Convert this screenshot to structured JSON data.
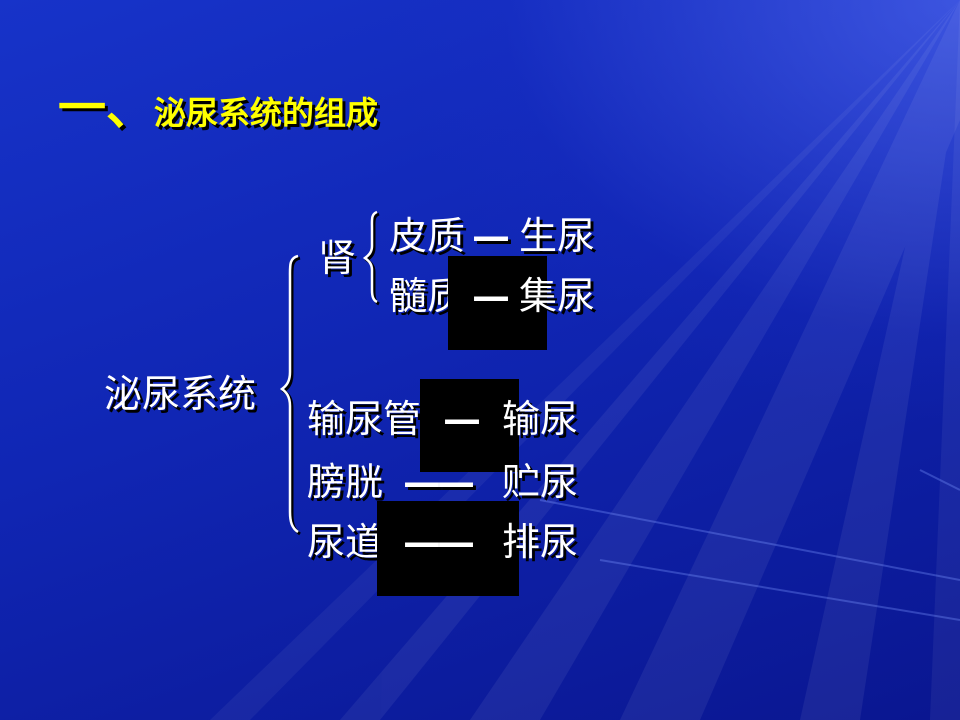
{
  "slide": {
    "title_number": "一、",
    "title_text": "泌尿系统的组成",
    "root": "泌尿系统",
    "kidney": {
      "label": "肾",
      "cortex": "皮质",
      "cortex_func": "生尿",
      "medulla": "髓质",
      "medulla_func": "集尿"
    },
    "ureter": "输尿管",
    "ureter_func": "输尿",
    "bladder": "膀胱",
    "bladder_func": "贮尿",
    "urethra": "尿道",
    "urethra_func": "排尿",
    "dash_short": "—",
    "dash_long": "——"
  }
}
